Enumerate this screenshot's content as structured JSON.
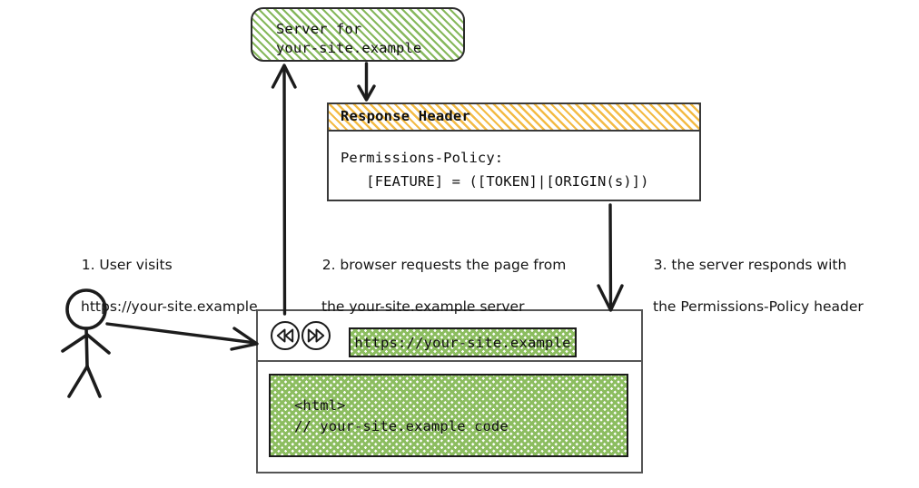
{
  "server": {
    "line1": "Server for",
    "line2": "your-site.example"
  },
  "response_header": {
    "title": "Response Header",
    "line1": "Permissions-Policy:",
    "line2": "   [FEATURE] = ([TOKEN]|[ORIGIN(s)])"
  },
  "browser": {
    "back_icon": "rewind-icon",
    "forward_icon": "fast-forward-icon",
    "url": "https://your-site.example",
    "content_line1": "<html>",
    "content_line2": "// your-site.example code"
  },
  "annotations": [
    {
      "id": "step-1",
      "line1": "1. User visits",
      "line2": "https://your-site.example"
    },
    {
      "id": "step-2",
      "line1": "2. browser requests the page from",
      "line2": "the your-site.example server"
    },
    {
      "id": "step-3",
      "line1": "3. the server responds with",
      "line2": "the Permissions-Policy header"
    }
  ],
  "actor": {
    "name": "user-stick-figure"
  },
  "colors": {
    "green_hatch": "#8cbd60",
    "orange_hatch": "#f3bb45",
    "ink": "#1c1c1c",
    "frame": "#555555",
    "background": "#ffffff"
  }
}
